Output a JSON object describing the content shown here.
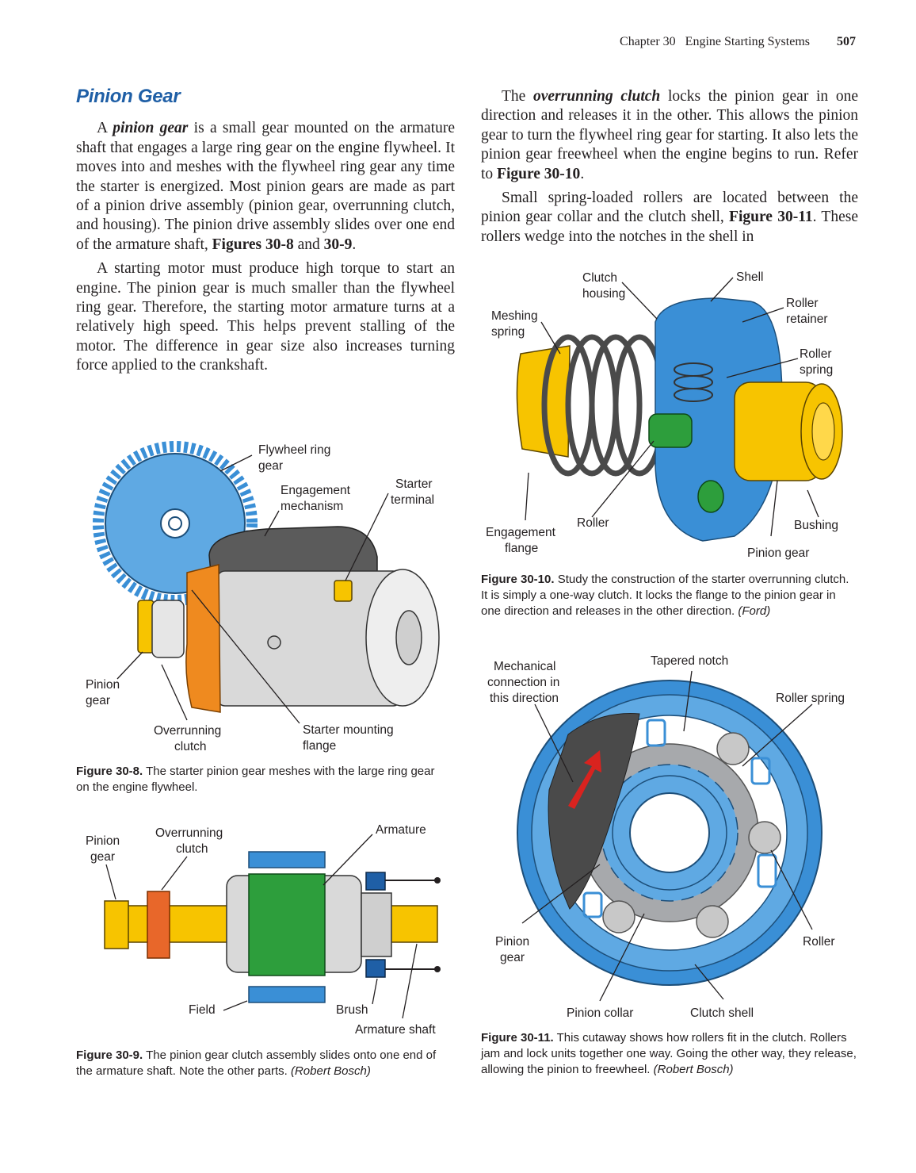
{
  "header": {
    "chapter": "Chapter 30",
    "title": "Engine Starting Systems",
    "page": "507"
  },
  "section": {
    "title": "Pinion Gear"
  },
  "left_text": {
    "p1_pre": "A ",
    "p1_term": "pinion gear",
    "p1_mid": " is a small gear mounted on the armature shaft that engages a large ring gear on the engine flywheel. It moves into and meshes with the flywheel ring gear any time the starter is energized. Most pinion gears are made as part of a pinion drive assembly (pinion gear, overrunning clutch, and housing). The pinion drive assembly slides over one end of the armature shaft, ",
    "p1_ref": "Figures 30-8",
    "p1_and": " and ",
    "p1_ref2": "30-9",
    "p1_end": ".",
    "p2": "A starting motor must produce high torque to start an engine. The pinion gear is much smaller than the flywheel ring gear. Therefore, the starting motor armature turns at a relatively high speed. This helps prevent stalling of the motor. The difference in gear size also increases turning force applied to the crankshaft."
  },
  "right_text": {
    "p1_pre": "The ",
    "p1_term": "overrunning clutch",
    "p1_mid": " locks the pinion gear in one direction and releases it in the other. This allows the pinion gear to turn the flywheel ring gear for starting. It also lets the pinion gear freewheel when the engine begins to run. Refer to ",
    "p1_ref": "Figure 30-10",
    "p1_end": ".",
    "p2_pre": "Small spring-loaded rollers are located between the pinion gear collar and the clutch shell, ",
    "p2_ref": "Figure 30-11",
    "p2_end": ". These rollers wedge into the notches in the shell in"
  },
  "fig8": {
    "labels": {
      "flywheel_ring_gear_1": "Flywheel ring",
      "flywheel_ring_gear_2": "gear",
      "engagement_1": "Engagement",
      "engagement_2": "mechanism",
      "starter_terminal_1": "Starter",
      "starter_terminal_2": "terminal",
      "pinion_1": "Pinion",
      "pinion_2": "gear",
      "overrunning_1": "Overrunning",
      "overrunning_2": "clutch",
      "mounting_1": "Starter mounting",
      "mounting_2": "flange"
    },
    "caption_num": "Figure 30-8.",
    "caption_text": "The starter pinion gear meshes with the large ring gear on the engine flywheel."
  },
  "fig9": {
    "labels": {
      "pinion_1": "Pinion",
      "pinion_2": "gear",
      "overrunning_1": "Overrunning",
      "overrunning_2": "clutch",
      "armature": "Armature",
      "field": "Field",
      "brush": "Brush",
      "armature_shaft": "Armature shaft"
    },
    "caption_num": "Figure 30-9.",
    "caption_text": "The pinion gear clutch assembly slides onto one end of the armature shaft. Note the other parts.",
    "caption_source": "(Robert Bosch)"
  },
  "fig10": {
    "labels": {
      "clutch_housing_1": "Clutch",
      "clutch_housing_2": "housing",
      "shell": "Shell",
      "meshing_1": "Meshing",
      "meshing_2": "spring",
      "roller_retainer_1": "Roller",
      "roller_retainer_2": "retainer",
      "roller_spring_1": "Roller",
      "roller_spring_2": "spring",
      "engagement_1": "Engagement",
      "engagement_2": "flange",
      "roller": "Roller",
      "bushing": "Bushing",
      "pinion_gear": "Pinion gear"
    },
    "caption_num": "Figure 30-10.",
    "caption_text": "Study the construction of the starter overrunning clutch. It is simply a one-way clutch. It locks the flange to the pinion gear in one direction and releases in the other direction.",
    "caption_source": "(Ford)"
  },
  "fig11": {
    "labels": {
      "mech_1": "Mechanical",
      "mech_2": "connection in",
      "mech_3": "this direction",
      "tapered_notch": "Tapered notch",
      "roller_spring": "Roller spring",
      "pinion_1": "Pinion",
      "pinion_2": "gear",
      "roller": "Roller",
      "pinion_collar": "Pinion collar",
      "clutch_shell": "Clutch shell"
    },
    "caption_num": "Figure 30-11.",
    "caption_text": "This cutaway shows how rollers fit in the clutch. Rollers jam and lock units together one way. Going the other way, they release, allowing the pinion to freewheel.",
    "caption_source": "(Robert Bosch)"
  },
  "colors": {
    "section_blue": "#1f5fa6",
    "part_blue": "#3a8fd6",
    "part_yellow": "#f7c400",
    "part_orange": "#ef8a1f",
    "part_green": "#2d9e3c",
    "arrow_red": "#d9231f"
  }
}
